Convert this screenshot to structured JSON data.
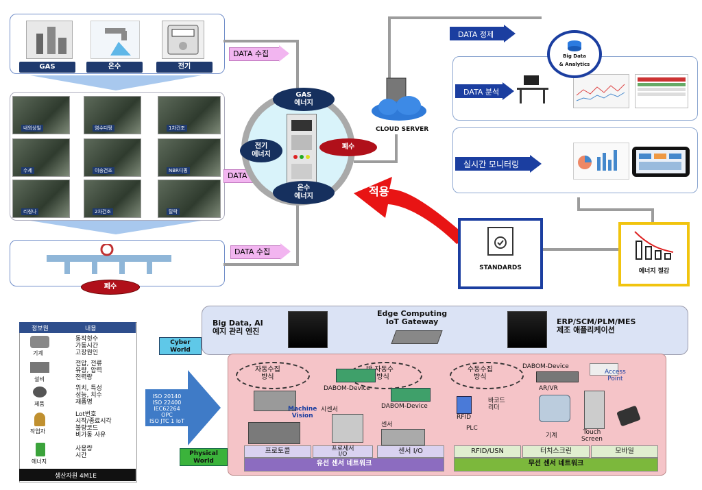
{
  "top": {
    "utilities": [
      "GAS",
      "온수",
      "전기"
    ],
    "process_photos": [
      "내외상일",
      "염수디핑",
      "1차건조",
      "수세",
      "이송건조",
      "NBR디핑",
      "리칭나",
      "2차건조",
      "탈락"
    ],
    "data_collect": [
      "DATA 수집",
      "DATA 수집",
      "DATA 수집"
    ],
    "wastewater": "폐수",
    "energy": {
      "gas": "GAS\n에너지",
      "elec": "전기\n에너지",
      "hot": "온수\n에너지",
      "waste": "폐수"
    },
    "cloud": "CLOUD SERVER",
    "data_refine": "DATA 정제",
    "bigdata": "Big Data\n& Analytics",
    "data_analysis": "DATA 분석",
    "realtime": "실시간 모니터링",
    "apply": "적용",
    "standards": "STANDARDS",
    "saving": "에너지 절감"
  },
  "bottom": {
    "left_table": {
      "headers": [
        "정보원",
        "내용"
      ],
      "rows": [
        {
          "source": "기계",
          "content": "동작횟수\n가동시간\n고장원인"
        },
        {
          "source": "설비",
          "content": "전압, 전류\n유량, 압력\n전력량"
        },
        {
          "source": "제품",
          "content": "위치, 특성\n성능, 치수\n재품명"
        },
        {
          "source": "작업자",
          "content": "Lot번호\n시작/종료시각\n불량코드\n비가동 사유"
        },
        {
          "source": "에너지",
          "content": "사용량\n시간"
        }
      ],
      "footer": "생산자원 4M1E"
    },
    "standards_arrow": "ISO 20140\nISO 22400\nIEC62264\nOPC\nISO JTC 1 IoT",
    "cyber_world": "Cyber\nWorld",
    "physical_world": "Physical\nWorld",
    "bigdata_ai": "Big Data, AI\n예지 관리 엔진",
    "edge": "Edge Computing\nIoT Gateway",
    "erp": "ERP/SCM/PLM/MES\n제조 애플리케이션",
    "auto_collect": "자동수집\n방식",
    "semi_auto": "반 자동수\n집방식",
    "manual": "수동수집\n방식",
    "dabom1": "DABOM-Device",
    "dabom2": "DABOM-Device",
    "dabom3": "DABOM-Device",
    "ar_vr": "AR/VR",
    "access_point": "Access\nPoint",
    "machine_vision": "Machine\nVision",
    "sensor_tag": "시센서",
    "sensor": "센서",
    "rfid": "RFID",
    "barcode": "바코드\n리더",
    "plc": "PLC",
    "machine": "기계",
    "touch": "Touch\nScreen",
    "buttons": [
      "프로토콜",
      "프로세서\nI/O",
      "센서 I/O",
      "RFID/USN",
      "터치스크린",
      "모바일"
    ],
    "wired": "유선 센서 네트워크",
    "wireless": "무선 센서 네트워크"
  }
}
